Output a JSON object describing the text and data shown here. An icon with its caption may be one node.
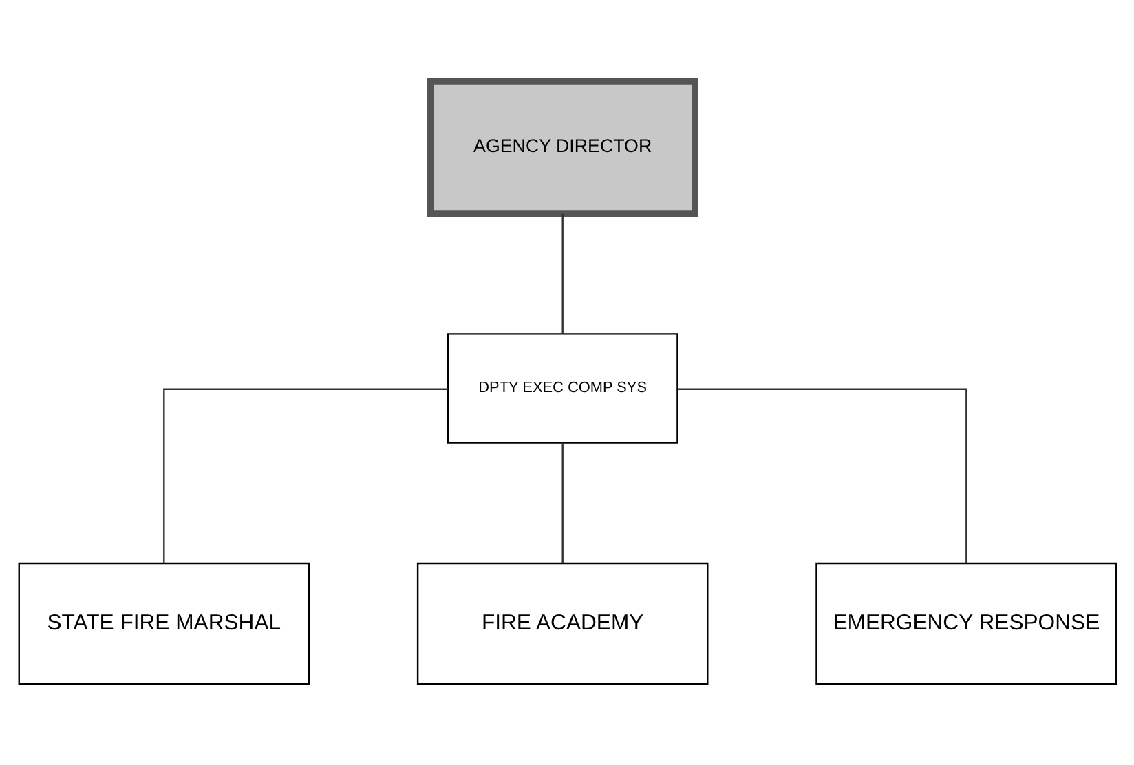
{
  "diagram": {
    "nodes": [
      {
        "text": [
          "AGENCY DIRECTOR"
        ]
      },
      {
        "text": [
          "DPTY EXEC COMP SYS"
        ]
      },
      {
        "text": [
          "STATE FIRE MARSHAL"
        ]
      },
      {
        "text": [
          "FIRE ACADEMY"
        ]
      },
      {
        "text": [
          "EMERGENCY RESPONSE"
        ]
      }
    ],
    "edges": [
      {
        "from": 0,
        "to": 1,
        "arrow": "none"
      },
      {
        "from": 1,
        "to": 2,
        "arrow": "none"
      },
      {
        "from": 1,
        "to": 3,
        "arrow": "none"
      },
      {
        "from": 1,
        "to": 4,
        "arrow": "none"
      }
    ]
  }
}
